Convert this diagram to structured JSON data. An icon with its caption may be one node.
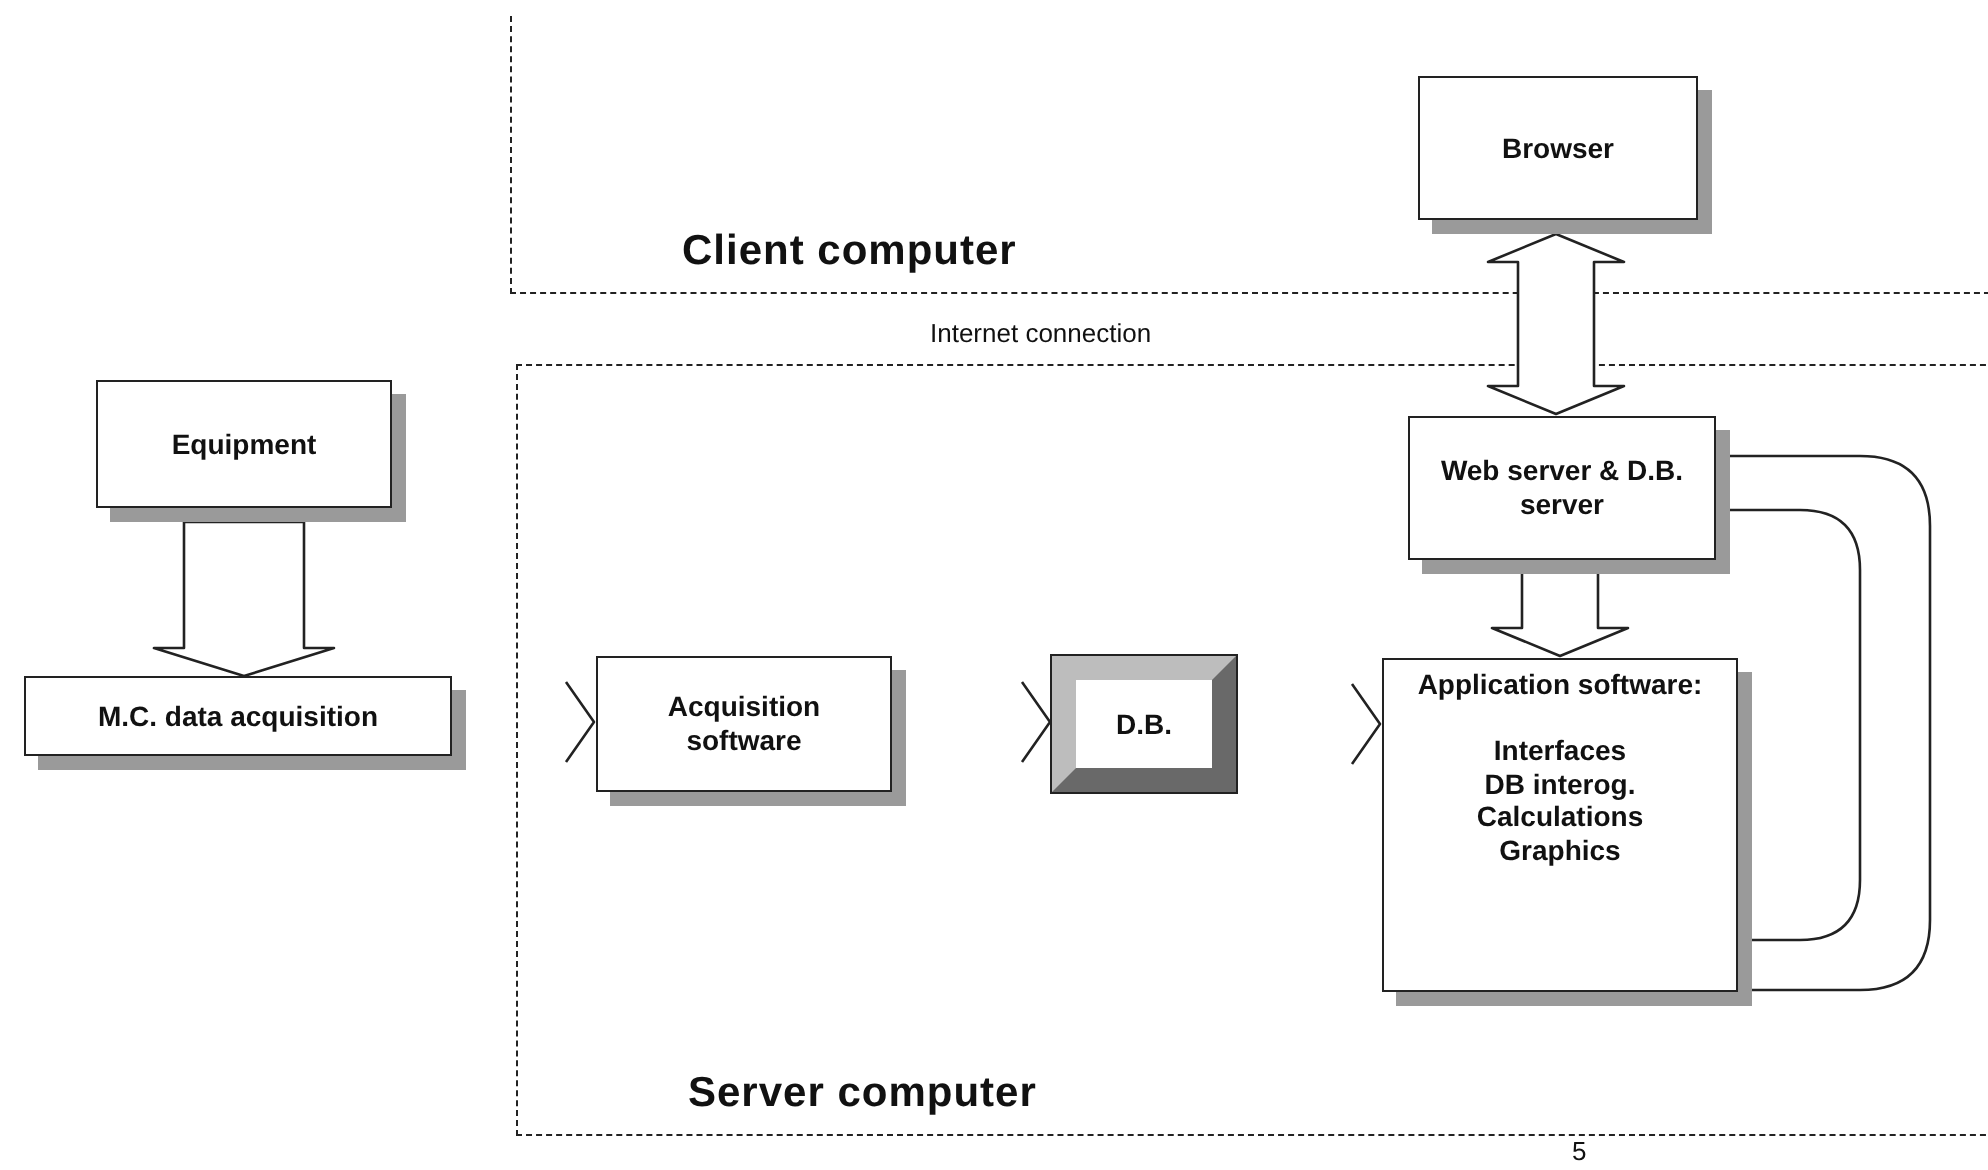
{
  "diagram": {
    "nodes": [
      {
        "text": [
          "Client computer"
        ]
      },
      {
        "text": [
          "Browser"
        ],
        "in": 0
      },
      {
        "text": [
          "Server computer"
        ]
      },
      {
        "text": [
          "Web server & D.B. server"
        ],
        "in": 2
      },
      {
        "text": [
          "Acquisition software"
        ],
        "in": 2
      },
      {
        "text": [
          "D.B."
        ],
        "in": 2
      },
      {
        "text": [
          "Application software:",
          "Interfaces",
          "DB interog.",
          "Calculations",
          "Graphics"
        ],
        "in": 2
      },
      {
        "text": [
          "Equipment"
        ]
      },
      {
        "text": [
          "M.C. data acquisition"
        ]
      }
    ],
    "edges": [
      {
        "from": 1,
        "to": 3,
        "arrow": "both"
      },
      {
        "from": 7,
        "to": 8,
        "arrow": "to"
      },
      {
        "from": 8,
        "to": 4,
        "arrow": "to"
      },
      {
        "from": 4,
        "to": 5,
        "arrow": "to"
      },
      {
        "from": 5,
        "to": 6,
        "arrow": "to"
      },
      {
        "from": 3,
        "to": 6,
        "arrow": "to"
      },
      {
        "from": 6,
        "to": 3,
        "arrow": "none"
      }
    ],
    "labels": [
      "Internet connection",
      "5"
    ]
  }
}
